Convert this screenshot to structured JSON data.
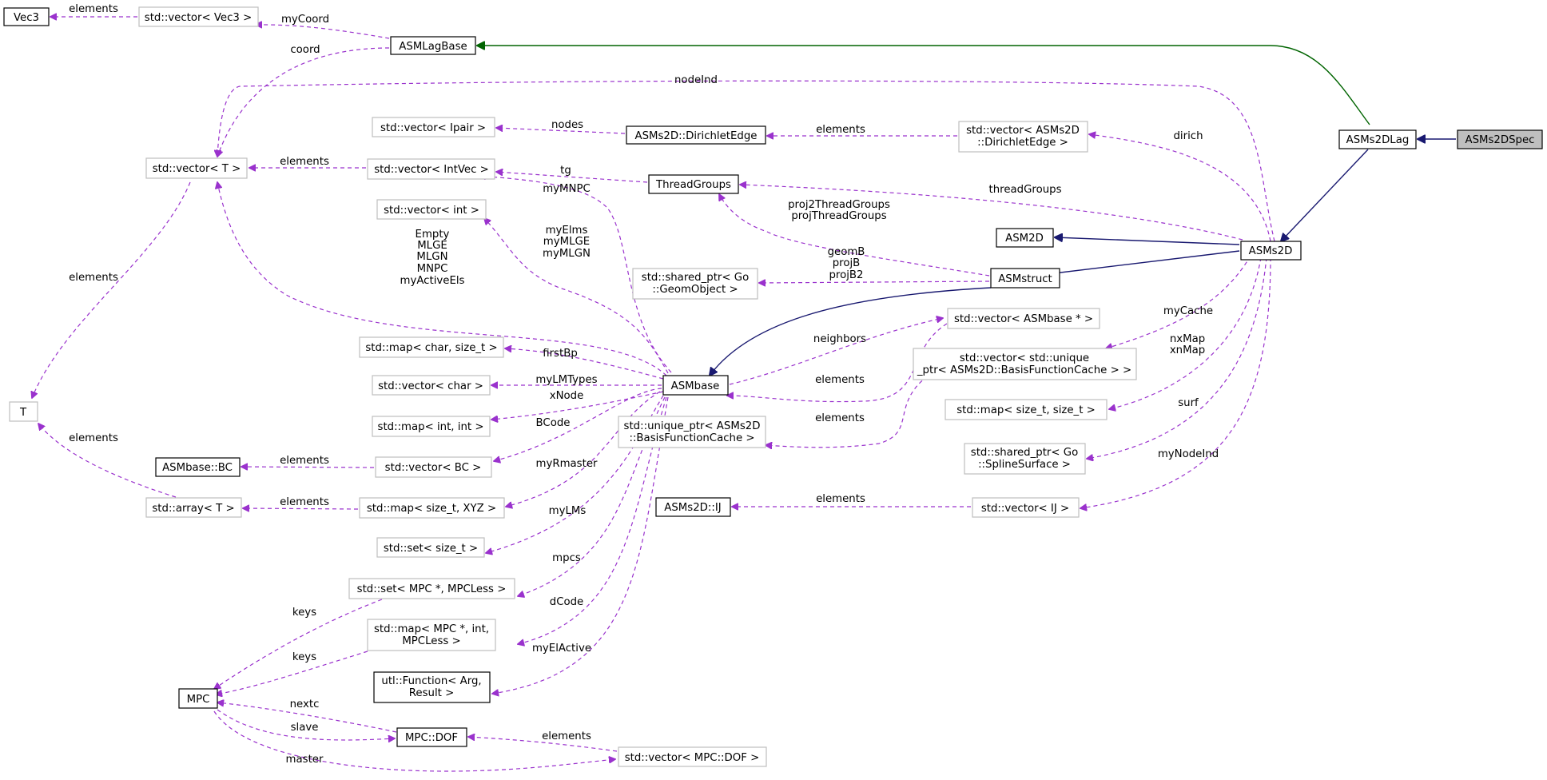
{
  "nodes": {
    "vec3": "Vec3",
    "vec_vec3": "std::vector< Vec3 >",
    "asmlagbase": "ASMLagBase",
    "asms2dlag": "ASMs2DLag",
    "asms2dspec": "ASMs2DSpec",
    "vector_t": "std::vector< T >",
    "ipair": "std::vector< Ipair >",
    "dirichlet_edge": "ASMs2D::DirichletEdge",
    "vec_diredge": [
      "std::vector< ASMs2D",
      "::DirichletEdge >"
    ],
    "vec_intvec": "std::vector< IntVec >",
    "threadgroups": "ThreadGroups",
    "vec_int": "std::vector< int >",
    "asm2d": "ASM2D",
    "asms2d": "ASMs2D",
    "shared_geom": [
      "std::shared_ptr< Go",
      "::GeomObject >"
    ],
    "asmstruct": "ASMstruct",
    "vec_asmbase": "std::vector< ASMbase * >",
    "vec_unique": [
      "std::vector< std::unique",
      "_ptr< ASMs2D::BasisFunctionCache > >"
    ],
    "map_char": "std::map< char, size_t >",
    "vec_char": "std::vector< char >",
    "asmbase": "ASMbase",
    "t": "T",
    "map_int": "std::map< int, int >",
    "unique_bfc": [
      "std::unique_ptr< ASMs2D",
      "::BasisFunctionCache >"
    ],
    "map_sizet": "std::map< size_t, size_t >",
    "asmbase_bc": "ASMbase::BC",
    "vec_bc": "std::vector< BC >",
    "shared_spline": [
      "std::shared_ptr< Go",
      "::SplineSurface >"
    ],
    "array_t": "std::array< T >",
    "map_xyz": "std::map< size_t, XYZ >",
    "asms2d_ij": "ASMs2D::IJ",
    "vec_ij": "std::vector< IJ >",
    "set_sizet": "std::set< size_t >",
    "set_mpc": "std::set< MPC *, MPCLess >",
    "map_mpc": [
      "std::map< MPC *, int,",
      "MPCLess >"
    ],
    "function": [
      "utl::Function< Arg,",
      "Result >"
    ],
    "mpc": "MPC",
    "mpc_dof": "MPC::DOF",
    "vec_dof": "std::vector< MPC::DOF >"
  },
  "edge_labels": {
    "vec_vec3_elements": "elements",
    "myCoord": "myCoord",
    "coord": "coord",
    "nodeInd": "nodeInd",
    "nodes": "nodes",
    "diredge_elements": "elements",
    "dirich": "dirich",
    "vector_t_elements": "elements",
    "tg": "tg",
    "myMNPC": "myMNPC",
    "threadGroups": "threadGroups",
    "proj_tg": [
      "proj2ThreadGroups",
      "projThreadGroups"
    ],
    "myElms": [
      "myElms",
      "myMLGE",
      "myMLGN"
    ],
    "empty_group": [
      "Empty",
      "MLGE",
      "MLGN",
      "MNPC",
      "myActiveEls"
    ],
    "geom_group": [
      "geomB",
      "projB",
      "projB2"
    ],
    "vector_t_to_T": "elements",
    "neighbors": "neighbors",
    "myCache": "myCache",
    "firstBp": "firstBp",
    "asmbase_elements": "elements",
    "nxMap": [
      "nxMap",
      "xnMap"
    ],
    "myLMTypes": "myLMTypes",
    "xNode": "xNode",
    "unique_elements": "elements",
    "surf": "surf",
    "array_elements": "elements",
    "BCode": "BCode",
    "bc_elements": "elements",
    "myNodeInd": "myNodeInd",
    "myRmaster": "myRmaster",
    "xyz_elements": "elements",
    "ij_elements": "elements",
    "myLMs": "myLMs",
    "mpcs": "mpcs",
    "keys1": "keys",
    "dCode": "dCode",
    "keys2": "keys",
    "myElActive": "myElActive",
    "nextc": "nextc",
    "dof_elements": "elements",
    "slave": "slave",
    "master": "master"
  }
}
